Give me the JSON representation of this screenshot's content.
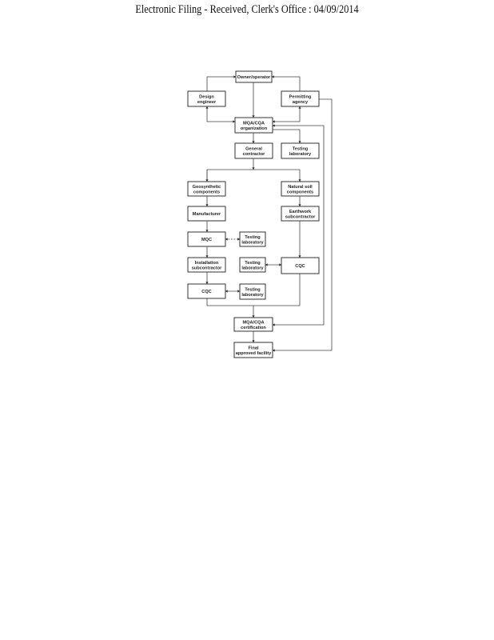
{
  "header": "Electronic    Filing  - Received,   Clerk's  Office  :  04/09/2014",
  "boxes": {
    "owner": [
      "Owner/operator"
    ],
    "design": [
      "Design",
      "engineer"
    ],
    "permit": [
      "Permitting",
      "agency"
    ],
    "mqaorg": [
      "MQA/CQA",
      "organization"
    ],
    "gc": [
      "General",
      "contractor"
    ],
    "lab1": [
      "Testing",
      "laboratory"
    ],
    "geo": [
      "Geosynthetic",
      "components"
    ],
    "soil": [
      "Natural soil",
      "components"
    ],
    "mfr": [
      "Manufacturer"
    ],
    "earth": [
      "Earthwork",
      "subcontractor"
    ],
    "mqc": [
      "MQC"
    ],
    "lab2": [
      "Testing",
      "laboratory"
    ],
    "install": [
      "Installation",
      "subcontractor"
    ],
    "lab3": [
      "Testing",
      "laboratory"
    ],
    "cqc2": [
      "CQC"
    ],
    "cqc1": [
      "CQC"
    ],
    "lab4": [
      "Testing",
      "laboratory"
    ],
    "cert": [
      "MQA/CQA",
      "certification"
    ],
    "final": [
      "Final",
      "approved facility"
    ]
  }
}
